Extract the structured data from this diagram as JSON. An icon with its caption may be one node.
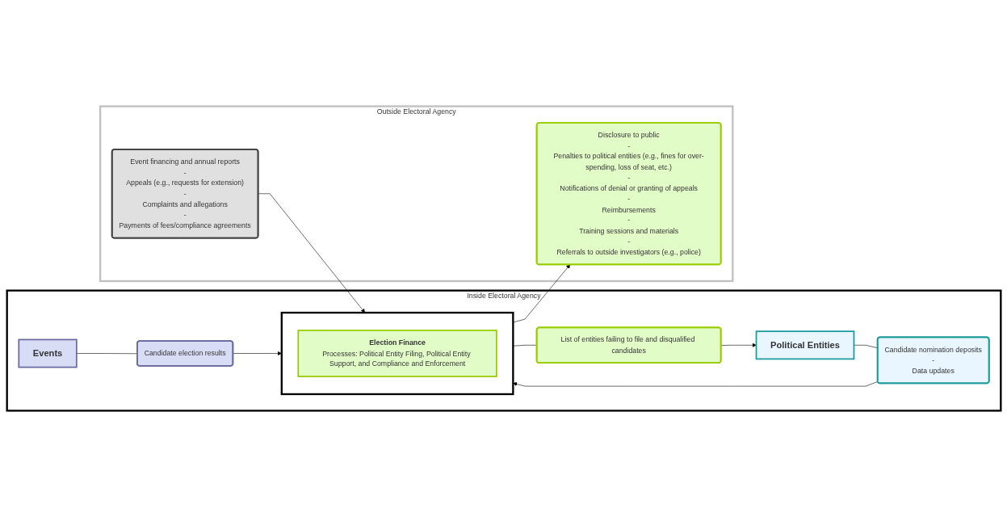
{
  "diagram": {
    "nodes": [
      {
        "text": [
          "Inside Electoral Agency"
        ]
      },
      {
        "text": [
          "Political Entities"
        ],
        "in": 0
      },
      {
        "text": [
          "Candidate nomination deposits",
          "-",
          "Data updates"
        ],
        "in": 0
      },
      {
        "text": [
          "List of entities failing to file and disqualified candidates"
        ],
        "in": 0
      },
      {
        "text": [
          "Events"
        ],
        "in": 0
      },
      {
        "text": [
          "Candidate election results"
        ],
        "in": 0
      },
      {
        "text": [],
        "shape": "box",
        "in": 0
      },
      {
        "text": [
          "Election Finance",
          "Processes: Political Entity Filing, Political Entity Support, and Compliance and Enforcement"
        ],
        "in": 6
      },
      {
        "text": [
          "Outside Electoral Agency"
        ]
      },
      {
        "text": [
          "Event financing and annual reports",
          "-",
          "Appeals (e.g., requests for extension)",
          "-",
          "Complaints and allegations",
          "-",
          "Payments of fees/compliance agreements"
        ],
        "in": 8
      },
      {
        "text": [
          "Disclosure to public",
          "-",
          "Penalties to political entities (e.g., fines for over-spending, loss of seat, etc.)",
          "-",
          "Notifications of denial or granting of appeals",
          "-",
          "Reimbursements",
          "-",
          "Training sessions and materials",
          "-",
          "Referrals to outside investigators (e.g., police)"
        ],
        "in": 8
      }
    ],
    "edges": [
      {
        "from": 1,
        "to": 2,
        "arrow": "none"
      },
      {
        "from": 2,
        "to": 6,
        "arrow": "to"
      },
      {
        "from": 6,
        "to": 3,
        "arrow": "none"
      },
      {
        "from": 3,
        "to": 1,
        "arrow": "to"
      },
      {
        "from": 4,
        "to": 5,
        "arrow": "none"
      },
      {
        "from": 5,
        "to": 6,
        "arrow": "to"
      },
      {
        "from": 9,
        "to": 6,
        "arrow": "to"
      },
      {
        "from": 6,
        "to": 10,
        "arrow": "to"
      }
    ]
  }
}
